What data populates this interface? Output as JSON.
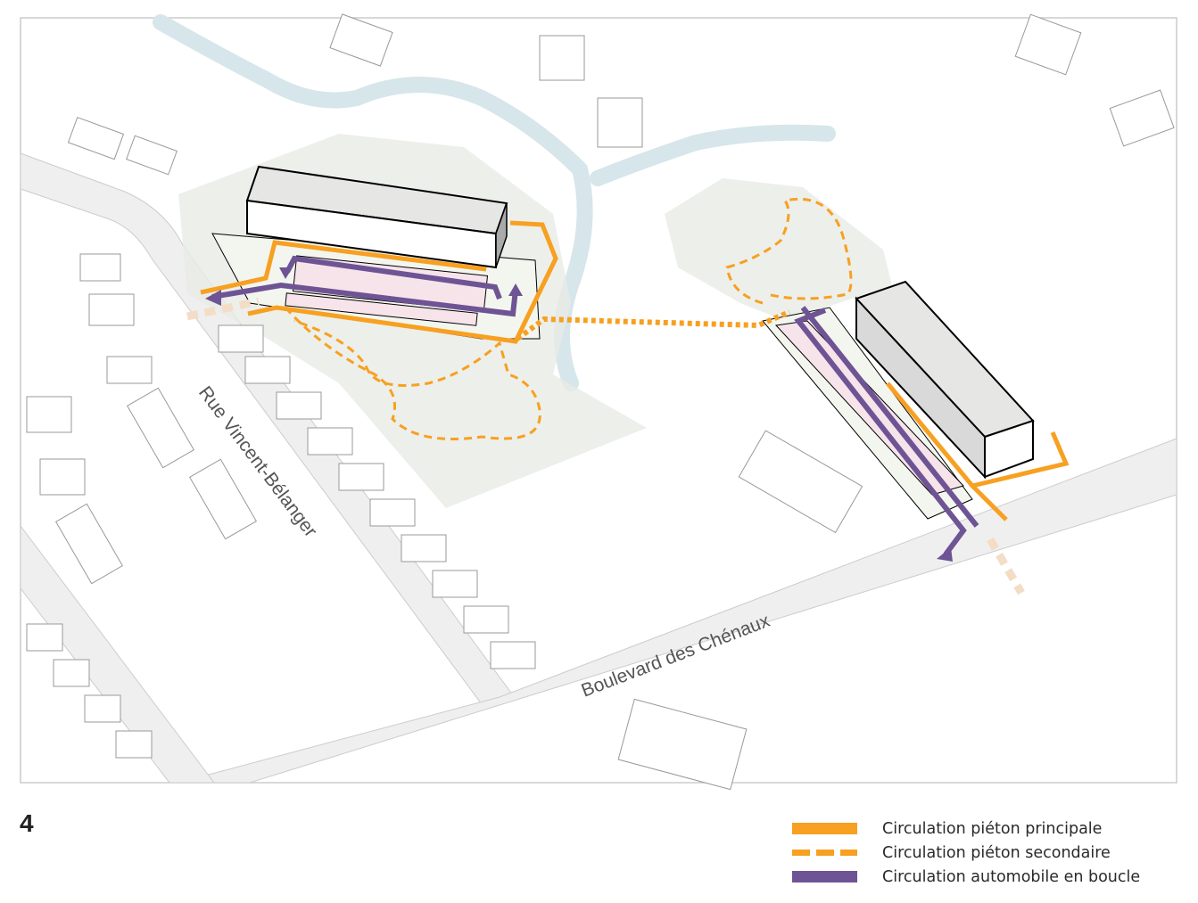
{
  "figure_number": "4",
  "streets": {
    "rue": "Rue Vincent-Bélanger",
    "boulevard": "Boulevard des Chénaux"
  },
  "legend": [
    {
      "label": "Circulation piéton principale",
      "style": "solid",
      "color": "#f7a021"
    },
    {
      "label": "Circulation piéton secondaire",
      "style": "dashed",
      "color": "#f7a021"
    },
    {
      "label": "Circulation automobile en boucle",
      "style": "solid",
      "color": "#6e5494"
    }
  ],
  "colors": {
    "pedestrian": "#f7a021",
    "car": "#6e5494",
    "river": "#d6e6ea",
    "road": "#efefef",
    "site": "#e9ebe6",
    "parking": "#f6e4ea"
  }
}
